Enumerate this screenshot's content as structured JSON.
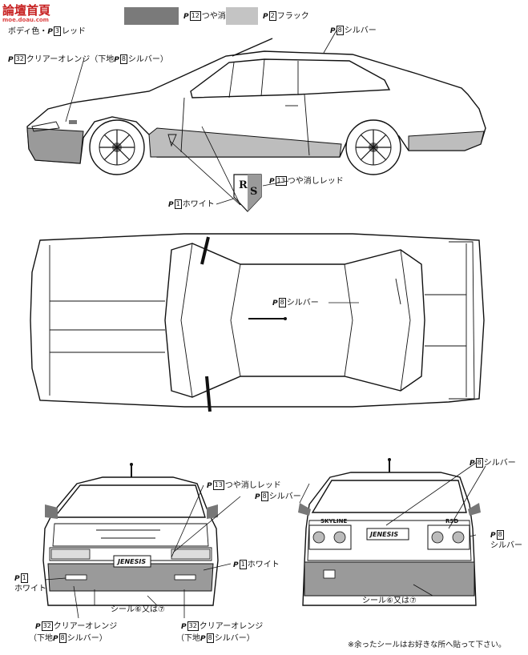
{
  "watermark": {
    "title": "論壇首頁",
    "sub": "moe.doau.com"
  },
  "legend": [
    {
      "code": "12",
      "text": "つや消し黒",
      "color": "#7a7a7a"
    },
    {
      "code": "2",
      "text": "フラック",
      "color": "#c4c4c4"
    }
  ],
  "body_color": {
    "text": "ボディ色・",
    "code": "3",
    "suffix": "レッド"
  },
  "side_view": {
    "silver_top": {
      "code": "8",
      "text": "シルバー"
    },
    "orange": {
      "code": "32",
      "text": "クリアーオレンジ（下地",
      "code2": "8",
      "text2": "シルバー）"
    },
    "emblem_red": {
      "code": "13",
      "text": "つや消しレッド"
    },
    "white": {
      "code": "1",
      "text": "ホワイト"
    },
    "emblem_letters": [
      "R",
      "S"
    ]
  },
  "top_view": {
    "silver": {
      "code": "8",
      "text": "シルバー"
    }
  },
  "front_view": {
    "matte_red": {
      "code": "13",
      "text": "つや消しレッド"
    },
    "silver": {
      "code": "8",
      "text": "シルバー"
    },
    "white_right": {
      "code": "1",
      "text": "ホワイト"
    },
    "white_left": {
      "code": "1",
      "text": "ホワイト"
    },
    "sticker": "シール⑥又は⑦",
    "orange_left": {
      "code": "32",
      "text": "クリアーオレンジ",
      "under": "（下地",
      "code2": "8",
      "text2": "シルバー）"
    },
    "orange_right": {
      "code": "32",
      "text": "クリアーオレンジ",
      "under": "（下地",
      "code2": "8",
      "text2": "シルバー）"
    },
    "plate": "JENESIS"
  },
  "rear_view": {
    "silver": {
      "code": "8",
      "text": "シルバー"
    },
    "silver_lamp": {
      "code": "8",
      "text": "シルバー"
    },
    "sticker": "シール⑥又は⑦",
    "badge": "SKYLINE",
    "plate": "JENESIS",
    "grade": "RSD"
  },
  "footnote": "※余ったシールはお好きな所へ貼って下さい。"
}
